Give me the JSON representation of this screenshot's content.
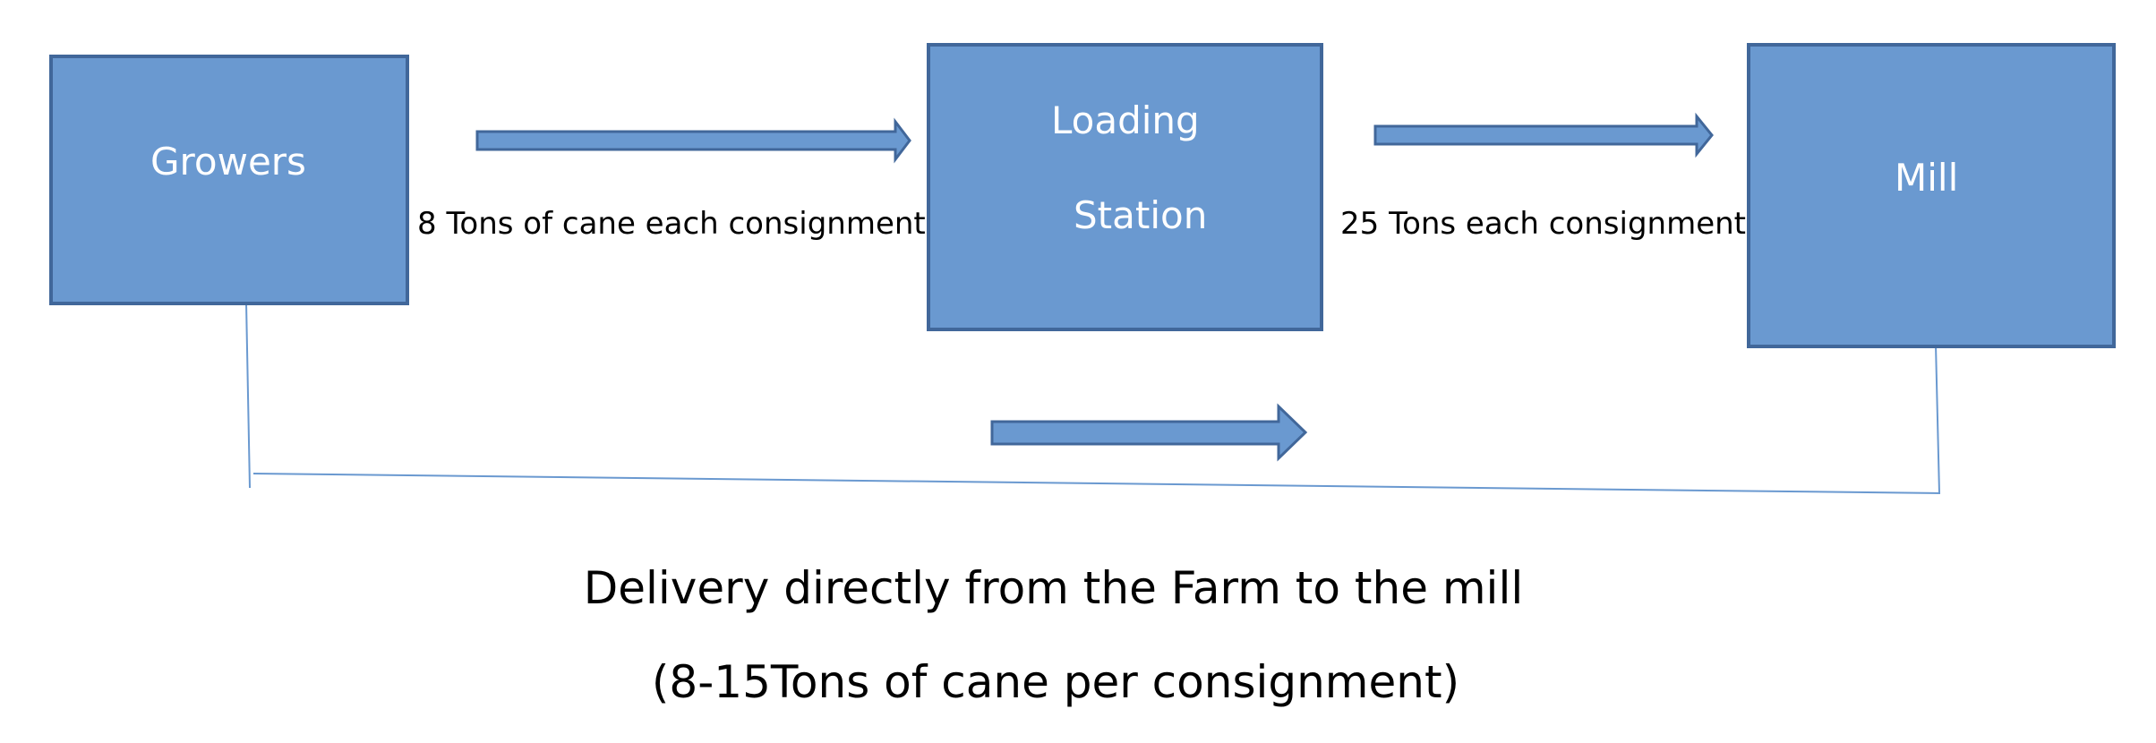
{
  "diagram": {
    "nodes": {
      "growers": {
        "label": "Growers"
      },
      "loading_station": {
        "label_line1": "Loading",
        "label_line2": "Station"
      },
      "mill": {
        "label": "Mill"
      }
    },
    "edges": {
      "growers_to_loading": {
        "label": "8 Tons of cane each consignment"
      },
      "loading_to_mill": {
        "label": "25 Tons each consignment"
      },
      "direct_delivery": {
        "caption_line1": "Delivery directly from the Farm to the mill",
        "caption_line2": "(8-15Tons of cane per consignment)"
      }
    },
    "colors": {
      "box_fill": "#6a99d0",
      "box_border": "#41679a",
      "arrow_fill": "#6a99d0",
      "connector_line": "#6a99d0"
    }
  }
}
